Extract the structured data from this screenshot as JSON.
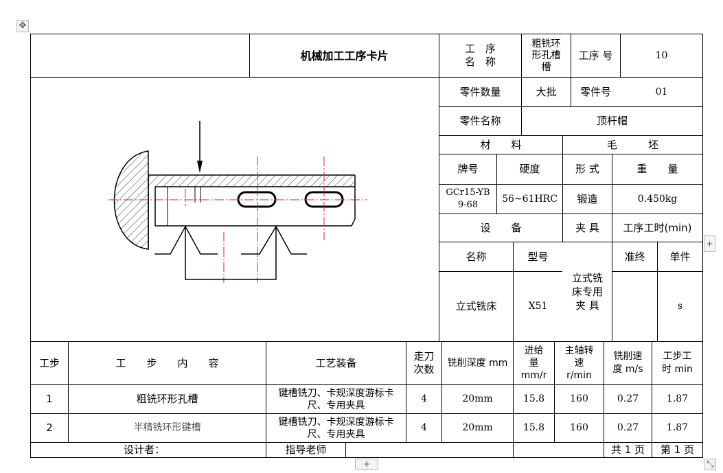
{
  "header": {
    "title": "机械加工工序卡片",
    "proc_name_label": "工　序\n名　称",
    "proc_name_value": "粗铣环\n形孔槽\n槽",
    "proc_no_label": "工序 号",
    "proc_no_value": "10"
  },
  "info": {
    "qty_label": "零件数量",
    "qty_value": "大批",
    "part_no_label": "零件号",
    "part_no_value": "01",
    "part_name_label": "零件名称",
    "part_name_value": "顶杆帽",
    "material_label": "材　　料",
    "blank_label": "毛　　　坯",
    "grade_label": "牌号",
    "hardness_label": "硬度",
    "form_label": "形 式",
    "weight_label": "重　　量",
    "grade_value": "GCr15-YB\n9-68",
    "hardness_value": "56~61HRC",
    "form_value": "锻造",
    "weight_value": "0.450kg",
    "equipment_label": "设　　备",
    "fixture_label": "夹 具",
    "time_label": "工序工时(min)",
    "eq_name_label": "名称",
    "eq_model_label": "型号",
    "fixture_value": "立式铣\n床专用\n夹 具",
    "prep_label": "准终",
    "unit_label": "单件",
    "eq_name_value": "立式铣床",
    "eq_model_value": "X51",
    "unit_value": "s"
  },
  "steps": {
    "headers": [
      "工步",
      "工　　步　　内　　容",
      "工艺装备",
      "走刀\n次数",
      "铣削深度 mm",
      "进给\n量\nmm/r",
      "主轴转\n速\nr/min",
      "铣削速\n度 m/s",
      "工步工\n时 min"
    ],
    "rows": [
      [
        "1",
        "粗铣环形孔槽",
        "键槽铣刀、卡规深度游标卡\n尺、专用夹具",
        "4",
        "20mm",
        "15.8",
        "160",
        "0.27",
        "1.87"
      ],
      [
        "2",
        "半精铣环形键槽",
        "键槽铣刀、卡规深度游标卡\n尺、专用夹具",
        "4",
        "20mm",
        "15.8",
        "160",
        "0.27",
        "1.87"
      ]
    ]
  },
  "footer": {
    "designer_label": "设计者：",
    "advisor_label": "指导老师",
    "total_pages": "共 1 页",
    "page_no": "第 1 页"
  },
  "controls": {
    "move_glyph": "✥",
    "add_glyph": "+",
    "resize_glyph": "⤡"
  }
}
